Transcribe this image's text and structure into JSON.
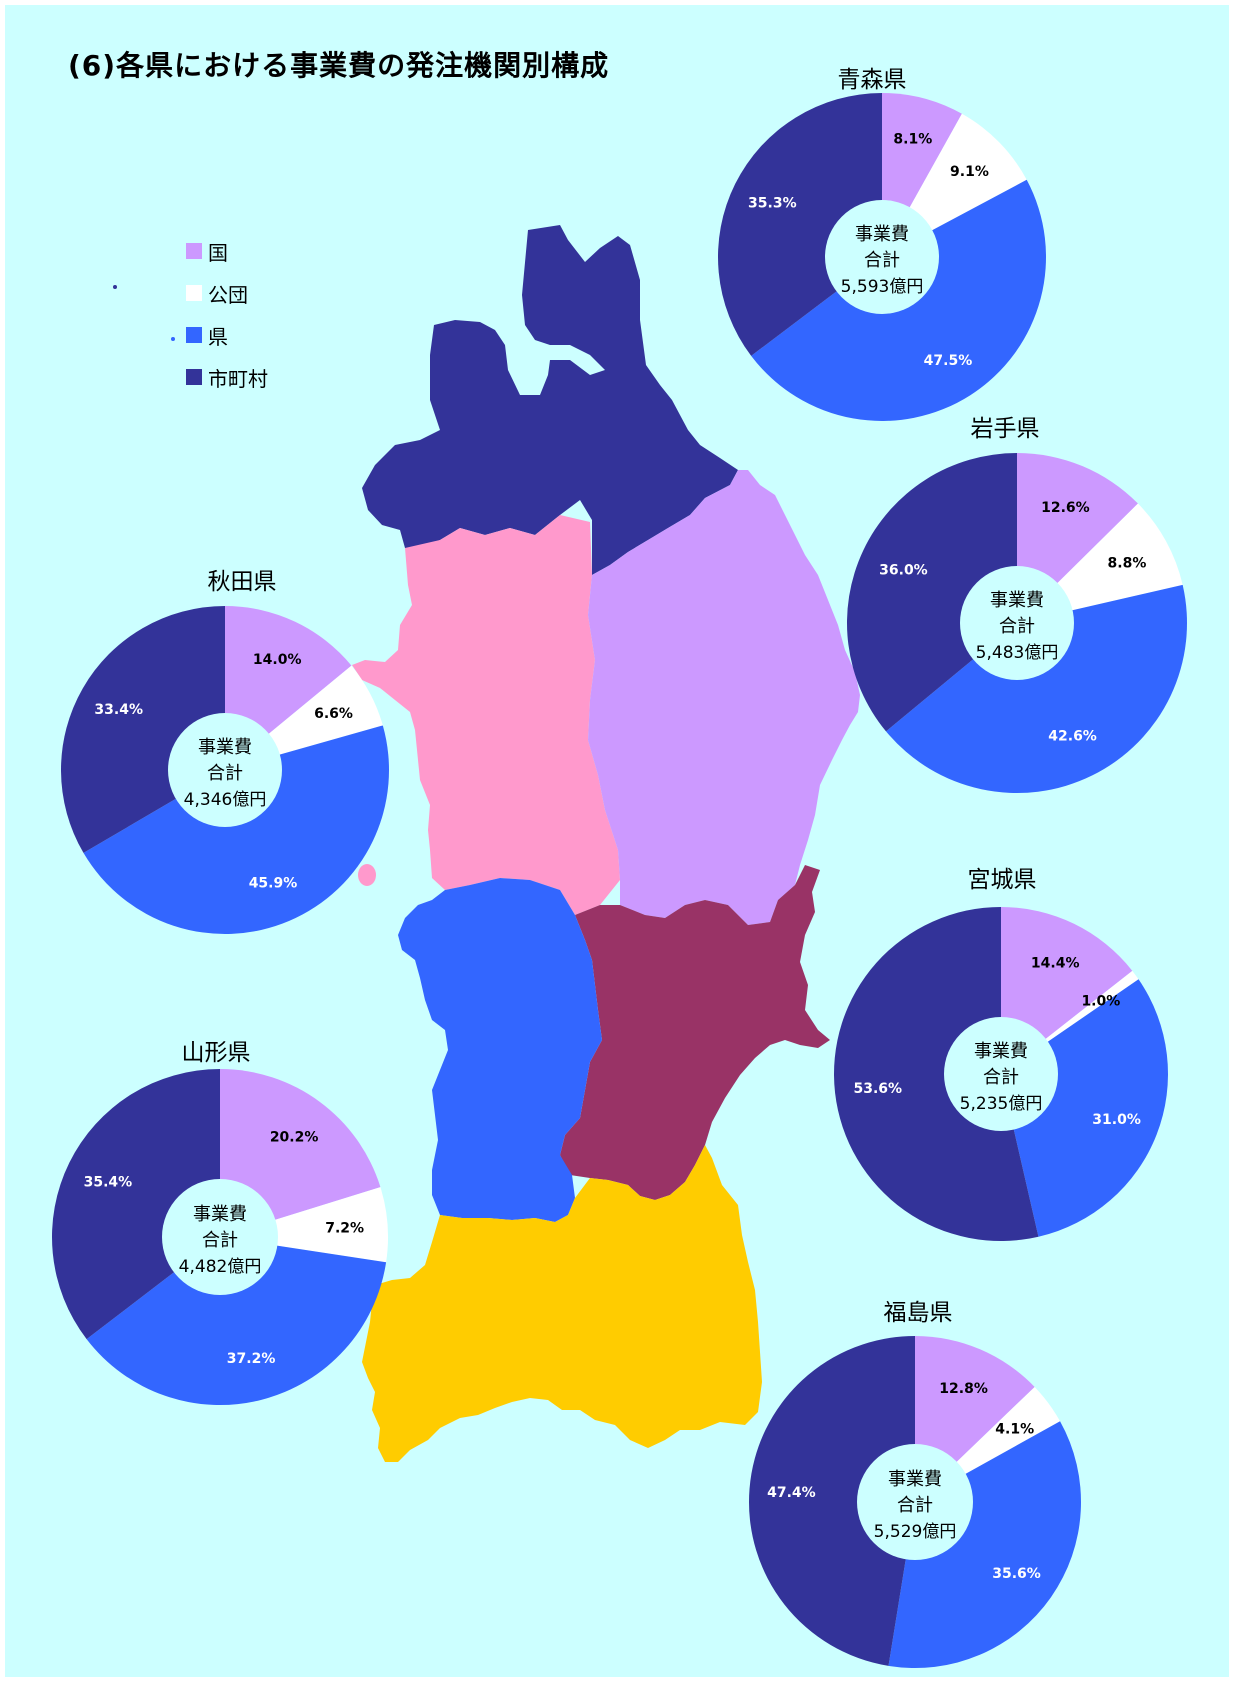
{
  "title": "(6)各県における事業費の発注機関別構成",
  "legend": [
    {
      "label": "国",
      "color": "#cc99ff"
    },
    {
      "label": "公団",
      "color": "#ffffff"
    },
    {
      "label": "県",
      "color": "#3366ff"
    },
    {
      "label": "市町村",
      "color": "#333399"
    }
  ],
  "center_label": {
    "line1": "事業費",
    "line2": "合計"
  },
  "chart_data": [
    {
      "type": "pie",
      "title": "青森県",
      "categories": [
        "国",
        "公団",
        "県",
        "市町村"
      ],
      "values": [
        8.1,
        9.1,
        47.5,
        35.3
      ],
      "value_labels": [
        "8.1%",
        "9.1%",
        "47.5%",
        "35.3%"
      ],
      "total": "5,593億円"
    },
    {
      "type": "pie",
      "title": "岩手県",
      "categories": [
        "国",
        "公団",
        "県",
        "市町村"
      ],
      "values": [
        12.6,
        8.8,
        42.6,
        36.0
      ],
      "value_labels": [
        "12.6%",
        "8.8%",
        "42.6%",
        "36.0%"
      ],
      "total": "5,483億円"
    },
    {
      "type": "pie",
      "title": "秋田県",
      "categories": [
        "国",
        "公団",
        "県",
        "市町村"
      ],
      "values": [
        14.0,
        6.6,
        45.9,
        33.4
      ],
      "value_labels": [
        "14.0%",
        "6.6%",
        "45.9%",
        "33.4%"
      ],
      "total": "4,346億円"
    },
    {
      "type": "pie",
      "title": "宮城県",
      "categories": [
        "国",
        "公団",
        "県",
        "市町村"
      ],
      "values": [
        14.4,
        1.0,
        31.0,
        53.6
      ],
      "value_labels": [
        "14.4%",
        "1.0%",
        "31.0%",
        "53.6%"
      ],
      "total": "5,235億円"
    },
    {
      "type": "pie",
      "title": "山形県",
      "categories": [
        "国",
        "公団",
        "県",
        "市町村"
      ],
      "values": [
        20.2,
        7.2,
        37.2,
        35.4
      ],
      "value_labels": [
        "20.2%",
        "7.2%",
        "37.2%",
        "35.4%"
      ],
      "total": "4,482億円"
    },
    {
      "type": "pie",
      "title": "福島県",
      "categories": [
        "国",
        "公団",
        "県",
        "市町村"
      ],
      "values": [
        12.8,
        4.1,
        35.6,
        47.4
      ],
      "value_labels": [
        "12.8%",
        "4.1%",
        "35.6%",
        "47.4%"
      ],
      "total": "5,529億円"
    }
  ],
  "map": {
    "prefecture_colors": {
      "青森県": "#333399",
      "秋田県": "#ff99cc",
      "岩手県": "#cc99ff",
      "山形県": "#3366ff",
      "宮城県": "#993366",
      "福島県": "#ffcc00"
    }
  }
}
